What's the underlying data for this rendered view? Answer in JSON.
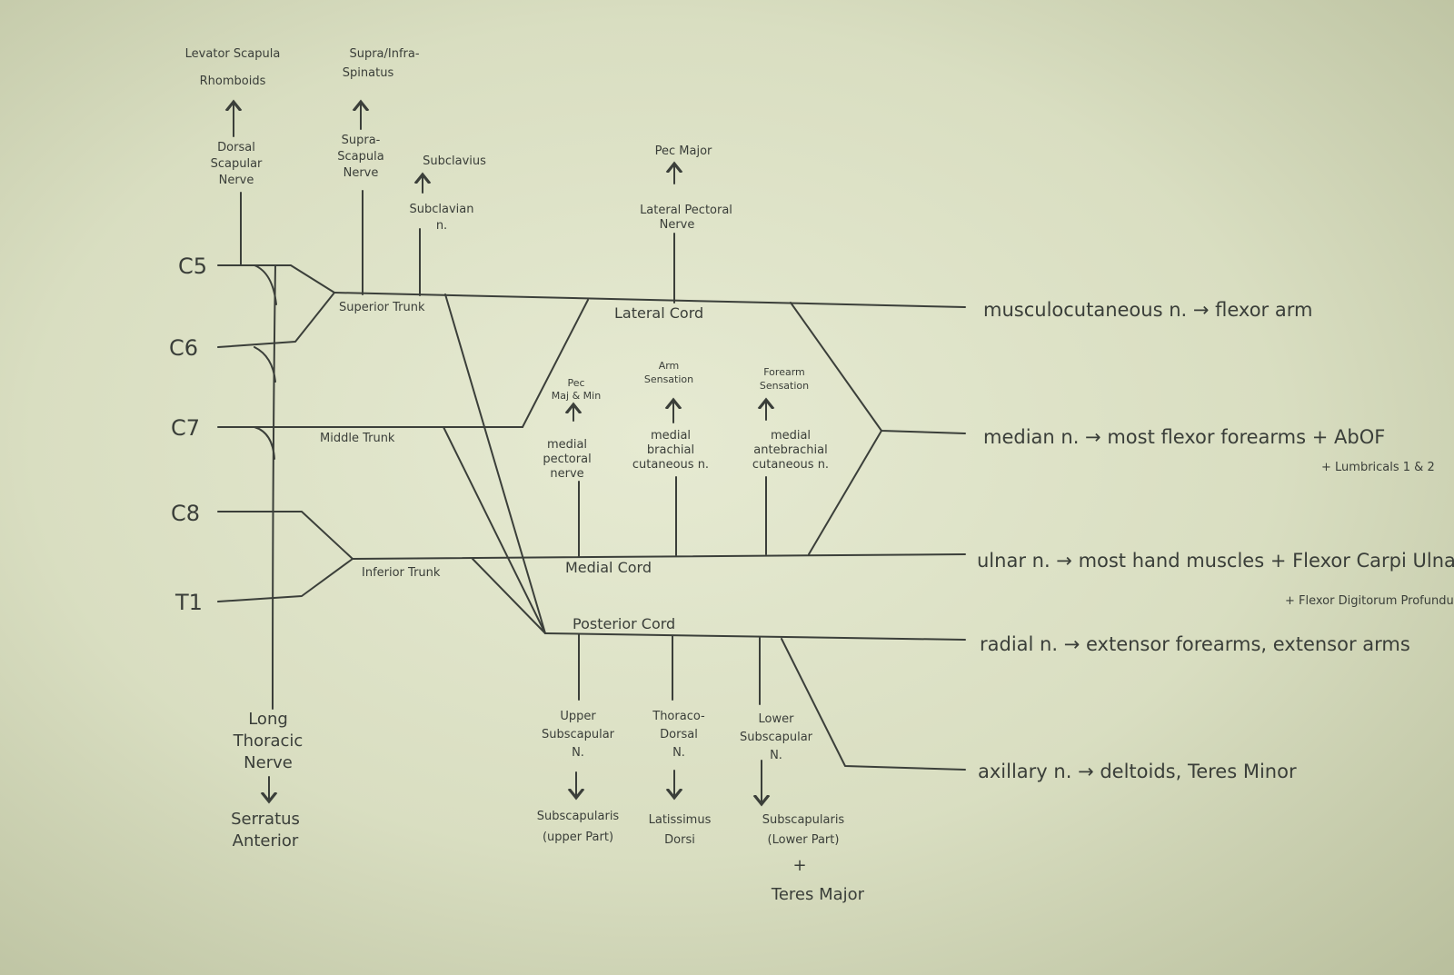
{
  "roots": {
    "c5": "C5",
    "c6": "C6",
    "c7": "C7",
    "c8": "C8",
    "t1": "T1"
  },
  "trunks": {
    "superior": "Superior Trunk",
    "middle": "Middle Trunk",
    "inferior": "Inferior Trunk"
  },
  "cords": {
    "lateral": "Lateral Cord",
    "medial": "Medial Cord",
    "posterior": "Posterior Cord"
  },
  "branches": {
    "dorsal_scapular": [
      "Dorsal",
      "Scapular",
      "Nerve"
    ],
    "levator_rhomboids": [
      "Levator Scapula",
      "Rhomboids"
    ],
    "suprascapular": [
      "Supra-",
      "Scapula",
      "Nerve"
    ],
    "supra_infra": [
      "Supra/Infra-",
      "Spinatus"
    ],
    "subclavian": [
      "Subclavian",
      "n."
    ],
    "subclavius": "Subclavius",
    "lateral_pectoral": [
      "Lateral Pectoral",
      "Nerve"
    ],
    "pec_major": "Pec Major",
    "medial_pectoral": [
      "medial",
      "pectoral",
      "nerve"
    ],
    "pec_maj_min": [
      "Pec",
      "Maj & Min"
    ],
    "medial_brachial": [
      "medial",
      "brachial",
      "cutaneous n."
    ],
    "arm_sensation": [
      "Arm",
      "Sensation"
    ],
    "medial_antebrachial": [
      "medial",
      "antebrachial",
      "cutaneous n."
    ],
    "forearm_sensation": [
      "Forearm",
      "Sensation"
    ],
    "long_thoracic": [
      "Long",
      "Thoracic",
      "Nerve"
    ],
    "serratus": [
      "Serratus",
      "Anterior"
    ],
    "upper_subscapular": [
      "Upper",
      "Subscapular",
      "N."
    ],
    "subscap_upper": [
      "Subscapularis",
      "(upper Part)"
    ],
    "thoracodorsal": [
      "Thoraco-",
      "Dorsal",
      "N."
    ],
    "latissimus": [
      "Latissimus",
      "Dorsi"
    ],
    "lower_subscapular": [
      "Lower",
      "Subscapular",
      "N."
    ],
    "subscap_lower": [
      "Subscapularis",
      "(Lower Part)",
      "+",
      "Teres Major"
    ]
  },
  "terminals": {
    "musculocutaneous": "musculocutaneous n. → flexor arm",
    "median": "median n. → most flexor forearms + AbOF",
    "median_extra": "+ Lumbricals 1 & 2",
    "ulnar": "ulnar n. → most hand muscles + Flexor Carpi Ulnaris",
    "ulnar_extra": "+ Flexor Digitorum Profundus",
    "radial": "radial n. → extensor forearms, extensor arms",
    "axillary": "axillary n. → deltoids, Teres Minor"
  }
}
